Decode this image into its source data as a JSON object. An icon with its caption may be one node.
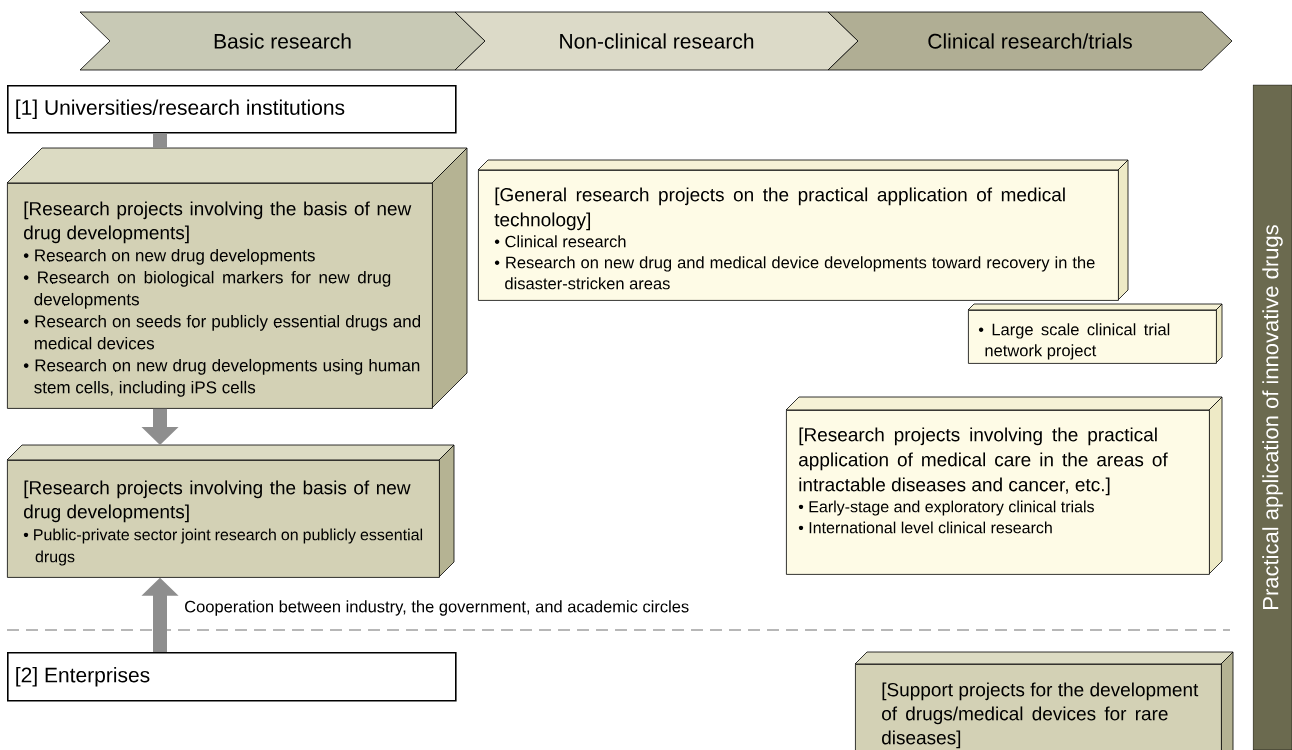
{
  "diagram": {
    "nodes": [
      {
        "text": [
          "Basic research"
        ]
      },
      {
        "text": [
          "Non-clinical research"
        ]
      },
      {
        "text": [
          "Clinical research/trials"
        ]
      },
      {
        "text": [
          "[1] Universities/research institutions"
        ]
      },
      {
        "text": [
          "[Research projects involving the basis of new drug developments]",
          "• Research on new drug developments",
          "• Research on biological markers for new drug developments",
          "• Research on seeds for publicly essential drugs and medical devices",
          "• Research on new drug developments using human stem cells, including iPS cells"
        ]
      },
      {
        "text": [
          "[General research projects on the practical application of medical technology]",
          "• Clinical research",
          "• Research on new drug and medical device developments toward recovery in the disaster-stricken areas"
        ]
      },
      {
        "text": [
          "• Large scale clinical trial network project"
        ]
      },
      {
        "text": [
          "[Research projects involving the practical application of medical care in the areas of intractable diseases and cancer, etc.]",
          "• Early-stage and exploratory clinical trials",
          "• International level clinical research"
        ]
      },
      {
        "text": [
          "[Research projects involving the basis of new drug developments]",
          "• Public-private sector joint research on publicly essential drugs"
        ]
      },
      {
        "text": [
          "[2] Enterprises"
        ]
      },
      {
        "text": [
          "[Support projects for the development of drugs/medical devices for rare diseases]"
        ]
      },
      {
        "text": [
          "Practical application of innovative drugs"
        ]
      }
    ],
    "edges": [
      {
        "from": 3,
        "to": 4,
        "arrow": "none"
      },
      {
        "from": 4,
        "to": 8,
        "arrow": "to"
      },
      {
        "from": 9,
        "to": 8,
        "arrow": "to",
        "label": "Cooperation between industry, the government, and academic circles"
      }
    ]
  }
}
